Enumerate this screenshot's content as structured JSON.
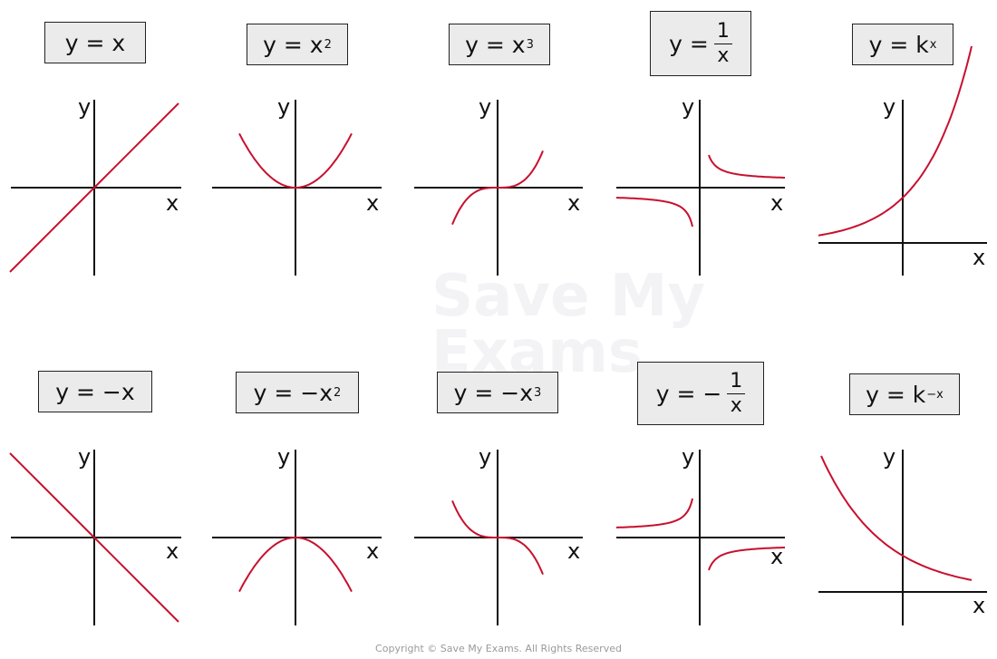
{
  "watermark": {
    "line1": "Save My",
    "line2": "Exams"
  },
  "copyright": "Copyright © Save My Exams. All Rights Reserved",
  "axis_labels": {
    "x": "x",
    "y": "y"
  },
  "curve_color": "#c8102e",
  "graphs": [
    {
      "id": "y-equals-x",
      "equation": {
        "prefix": "y = x",
        "sup": ""
      }
    },
    {
      "id": "y-equals-x-squared",
      "equation": {
        "prefix": "y = x",
        "sup": "2"
      }
    },
    {
      "id": "y-equals-x-cubed",
      "equation": {
        "prefix": "y = x",
        "sup": "3"
      }
    },
    {
      "id": "y-equals-1-over-x",
      "equation": {
        "prefix": "y =",
        "num": "1",
        "den": "x"
      }
    },
    {
      "id": "y-equals-k-to-x",
      "equation": {
        "prefix": "y = k",
        "sup": "x"
      }
    },
    {
      "id": "y-equals-neg-x",
      "equation": {
        "prefix": "y = −x",
        "sup": ""
      }
    },
    {
      "id": "y-equals-neg-x-squared",
      "equation": {
        "prefix": "y = −x",
        "sup": "2"
      }
    },
    {
      "id": "y-equals-neg-x-cubed",
      "equation": {
        "prefix": "y = −x",
        "sup": "3"
      }
    },
    {
      "id": "y-equals-neg-1-over-x",
      "equation": {
        "prefix": "y = −",
        "num": "1",
        "den": "x"
      }
    },
    {
      "id": "y-equals-k-to-neg-x",
      "equation": {
        "prefix": "y = k",
        "sup": "−x"
      }
    }
  ]
}
